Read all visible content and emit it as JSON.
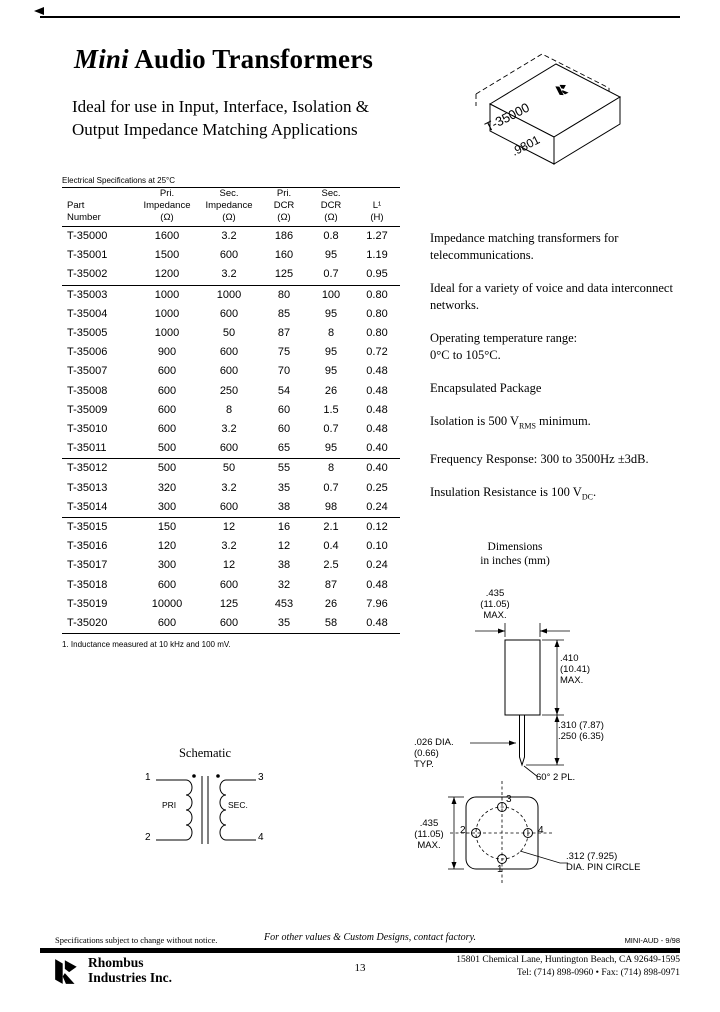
{
  "header": {
    "title_italic": "Mini",
    "title_rest": " Audio Transformers",
    "subtitle_line1": "Ideal for use in Input, Interface, Isolation &",
    "subtitle_line2": "Output Impedance Matching Applications"
  },
  "package": {
    "part_marking": "T-35000",
    "date_marking": ".9801"
  },
  "table": {
    "caption": "Electrical Specifications  at 25°C",
    "header_cols": [
      {
        "l1": "",
        "l2": "Part",
        "l3": "Number"
      },
      {
        "l1": "Pri.",
        "l2": "Impedance",
        "l3": "(Ω)"
      },
      {
        "l1": "Sec.",
        "l2": "Impedance",
        "l3": "(Ω)"
      },
      {
        "l1": "Pri.",
        "l2": "DCR",
        "l3": "(Ω)"
      },
      {
        "l1": "Sec.",
        "l2": "DCR",
        "l3": "(Ω)"
      },
      {
        "l1": "",
        "l2": "L¹",
        "l3": "(H)"
      }
    ],
    "rows": [
      [
        "T-35000",
        "1600",
        "3.2",
        "186",
        "0.8",
        "1.27"
      ],
      [
        "T-35001",
        "1500",
        "600",
        "160",
        "95",
        "1.19"
      ],
      [
        "T-35002",
        "1200",
        "3.2",
        "125",
        "0.7",
        "0.95"
      ],
      [
        "T-35003",
        "1000",
        "1000",
        "80",
        "100",
        "0.80"
      ],
      [
        "T-35004",
        "1000",
        "600",
        "85",
        "95",
        "0.80"
      ],
      [
        "T-35005",
        "1000",
        "50",
        "87",
        "8",
        "0.80"
      ],
      [
        "T-35006",
        "900",
        "600",
        "75",
        "95",
        "0.72"
      ],
      [
        "T-35007",
        "600",
        "600",
        "70",
        "95",
        "0.48"
      ],
      [
        "T-35008",
        "600",
        "250",
        "54",
        "26",
        "0.48"
      ],
      [
        "T-35009",
        "600",
        "8",
        "60",
        "1.5",
        "0.48"
      ],
      [
        "T-35010",
        "600",
        "3.2",
        "60",
        "0.7",
        "0.48"
      ],
      [
        "T-35011",
        "500",
        "600",
        "65",
        "95",
        "0.40"
      ],
      [
        "T-35012",
        "500",
        "50",
        "55",
        "8",
        "0.40"
      ],
      [
        "T-35013",
        "320",
        "3.2",
        "35",
        "0.7",
        "0.25"
      ],
      [
        "T-35014",
        "300",
        "600",
        "38",
        "98",
        "0.24"
      ],
      [
        "T-35015",
        "150",
        "12",
        "16",
        "2.1",
        "0.12"
      ],
      [
        "T-35016",
        "120",
        "3.2",
        "12",
        "0.4",
        "0.10"
      ],
      [
        "T-35017",
        "300",
        "12",
        "38",
        "2.5",
        "0.24"
      ],
      [
        "T-35018",
        "600",
        "600",
        "32",
        "87",
        "0.48"
      ],
      [
        "T-35019",
        "10000",
        "125",
        "453",
        "26",
        "7.96"
      ],
      [
        "T-35020",
        "600",
        "600",
        "35",
        "58",
        "0.48"
      ]
    ],
    "group_starts": [
      3,
      12,
      15
    ],
    "footnote": "1.   Inductance measured at 10 kHz and 100 mV."
  },
  "features": [
    {
      "segments": [
        {
          "text": "Impedance matching transformers for telecommunications."
        }
      ]
    },
    {
      "segments": [
        {
          "text": "Ideal for a variety of voice and data interconnect networks."
        }
      ]
    },
    {
      "segments": [
        {
          "text": "Operating temperature range:"
        },
        {
          "br": true
        },
        {
          "text": " 0°C to 105°C."
        }
      ]
    },
    {
      "segments": [
        {
          "text": "Encapsulated Package"
        }
      ]
    },
    {
      "segments": [
        {
          "text": "Isolation is 500 V"
        },
        {
          "text": "RMS",
          "sub": true
        },
        {
          "text": " minimum."
        }
      ]
    },
    {
      "segments": [
        {
          "text": "Frequency Response: 300 to 3500Hz ±3dB."
        }
      ]
    },
    {
      "segments": [
        {
          "text": "Insulation Resistance is 100 V"
        },
        {
          "text": "DC",
          "sub": true
        },
        {
          "text": "."
        }
      ]
    }
  ],
  "dimensions": {
    "title_line1": "Dimensions",
    "title_line2": "in inches (mm)",
    "top_width": {
      "l1": ".435",
      "l2": "(11.05)",
      "l3": "MAX."
    },
    "height": {
      "l1": ".410",
      "l2": "(10.41)",
      "l3": "MAX."
    },
    "pin_len_1": ".310 (7.87)",
    "pin_len_2": ".250 (6.35)",
    "pin_dia": {
      "l1": ".026 DIA.",
      "l2": "(0.66)",
      "l3": "TYP."
    },
    "bevel": "60° 2 PL.",
    "bottom_width": {
      "l1": ".435",
      "l2": "(11.05)",
      "l3": "MAX."
    },
    "pin_circle_l1": ".312 (7.925)",
    "pin_circle_l2": "DIA. PIN CIRCLE",
    "pin1": "1",
    "pin2": "2",
    "pin3": "3",
    "pin4": "4"
  },
  "schematic": {
    "title": "Schematic",
    "pin1": "1",
    "pin2": "2",
    "pin3": "3",
    "pin4": "4",
    "pri_label": "PRI",
    "sec_label": "SEC."
  },
  "footer": {
    "notice": "Specifications subject to change without notice.",
    "custom_note": "For other values & Custom Designs, contact factory.",
    "doc_code": "MINI-AUD - 9/98",
    "company_line1": "Rhombus",
    "company_line2": "Industries Inc.",
    "page_number": "13",
    "address": "15801 Chemical Lane, Huntington Beach, CA 92649-1595",
    "phone": "Tel: (714) 898-0960  •  Fax: (714) 898-0971"
  }
}
